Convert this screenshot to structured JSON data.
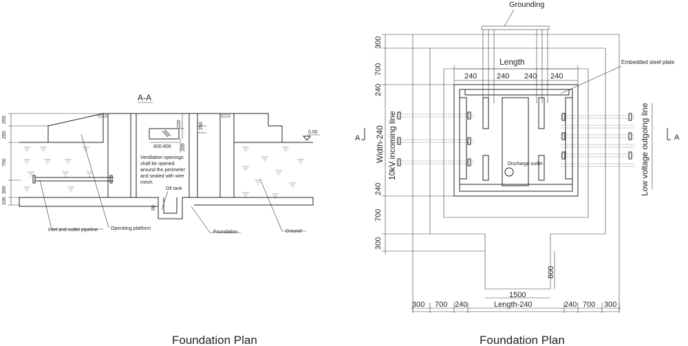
{
  "left_view": {
    "section_title": "A-A",
    "dims_vertical": [
      "200",
      "250",
      "700",
      "300",
      "100"
    ],
    "dim_opening_h": "220",
    "dim_opening_w": "600-800",
    "dim_opening_bottom": "200",
    "dim_wall": "250",
    "dim_pit": "50",
    "level": "0.00",
    "vent_note": [
      "Ventilation openings",
      "shall be opened",
      "around the perimeter",
      "and sealed with wire",
      "mesh."
    ],
    "label_oil_tank": "Oil tank",
    "label_pipeline": "Inlet and outlet pipeline",
    "label_platform": "Operating platform",
    "label_foundation": "Foundation",
    "label_ground": "Ground",
    "caption": "Foundation Plan"
  },
  "right_view": {
    "label_grounding": "Grounding",
    "label_length": "Length",
    "label_embedded": "Embedded steel plate",
    "label_width": "Width-240",
    "label_incoming": "10kV incoming line",
    "label_outgoing": "Low voltage outgoing line",
    "label_discharge": "Discharge outlet",
    "section_mark": "A",
    "dims_top": [
      "240",
      "240",
      "240",
      "240"
    ],
    "dims_left": [
      "300",
      "700",
      "240",
      "240",
      "700",
      "300"
    ],
    "dim_800": "800",
    "dim_1500": "1500",
    "dims_bottom": [
      "300",
      "700",
      "240",
      "Length-240",
      "240",
      "700",
      "300"
    ],
    "caption": "Foundation Plan"
  }
}
